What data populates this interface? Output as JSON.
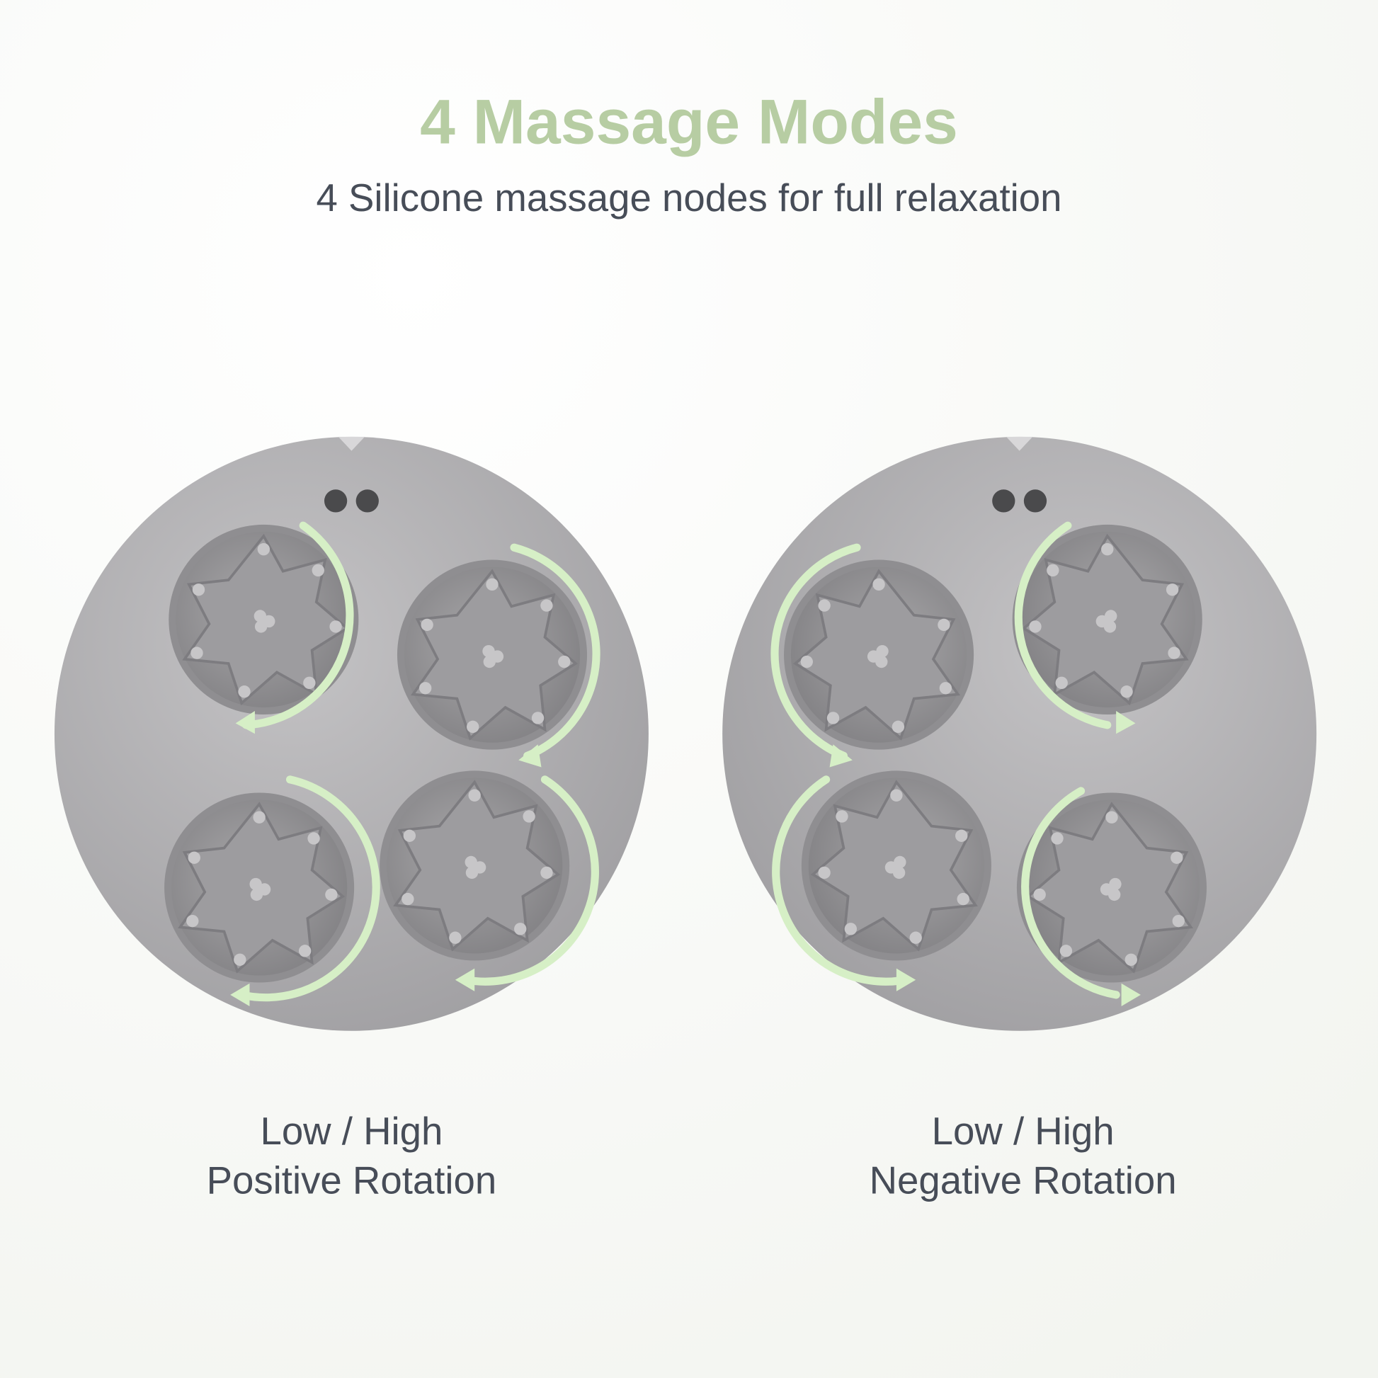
{
  "header": {
    "title": "4 Massage Modes",
    "subtitle": "4 Silicone massage nodes for full relaxation"
  },
  "modes": [
    {
      "line1": "Low / High",
      "line2": "Positive Rotation",
      "direction": "clockwise"
    },
    {
      "line1": "Low / High",
      "line2": "Negative Rotation",
      "direction": "counterclockwise"
    }
  ],
  "colors": {
    "accent": "#b7cda3",
    "arrow": "#d6efc6",
    "text": "#474d58",
    "device": "#aeadaf"
  }
}
